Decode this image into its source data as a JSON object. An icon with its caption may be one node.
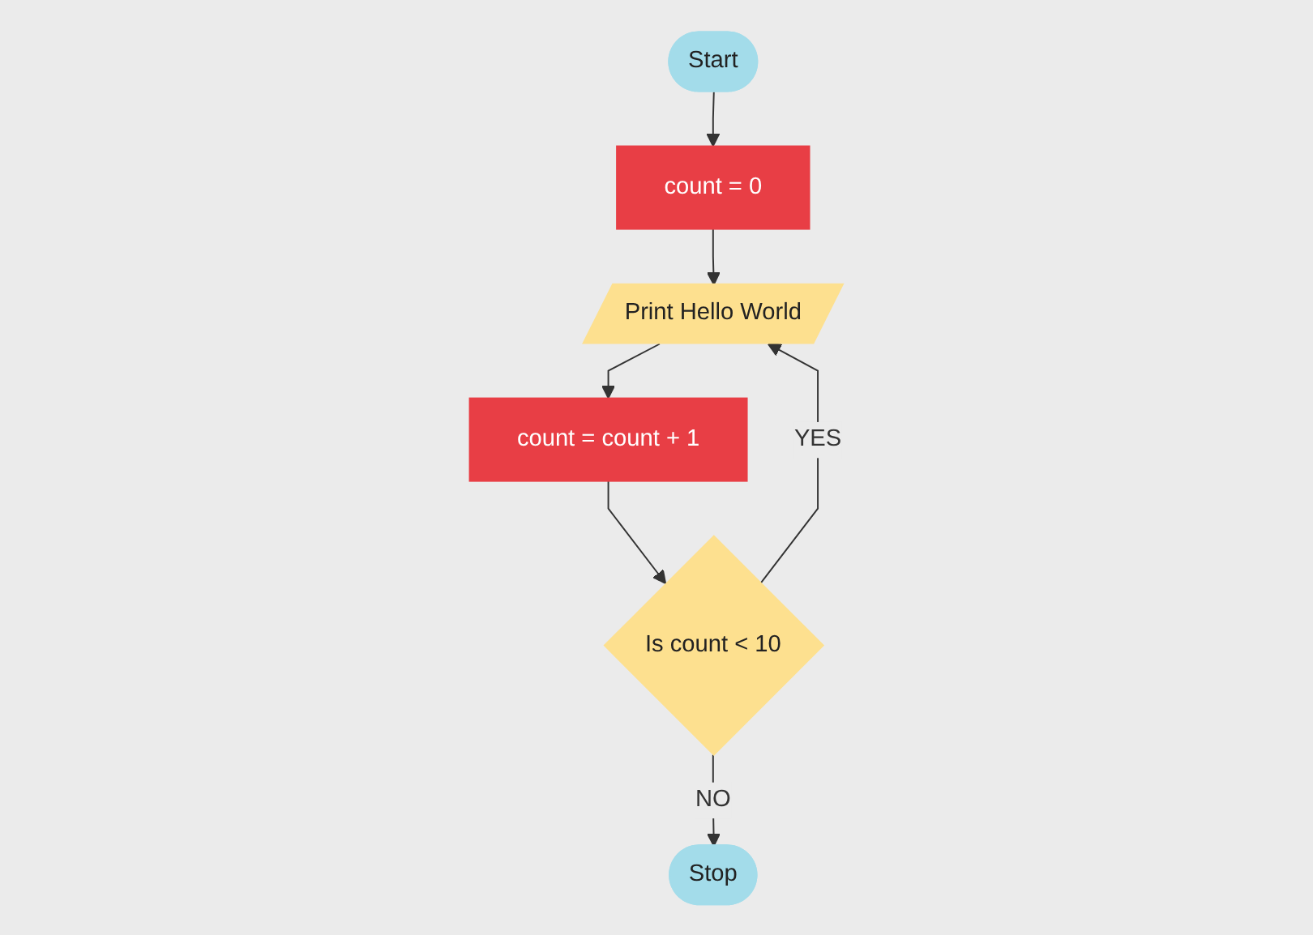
{
  "diagram": {
    "nodes": [
      {
        "text": [
          "Start"
        ]
      },
      {
        "text": [
          "count = 0"
        ]
      },
      {
        "text": [
          "Print Hello World"
        ]
      },
      {
        "text": [
          "count = count + 1"
        ]
      },
      {
        "text": [
          "Is count < 10"
        ]
      },
      {
        "text": [
          "Stop"
        ]
      }
    ],
    "edges": [
      {
        "from": 0,
        "to": 1,
        "arrow": "to"
      },
      {
        "from": 1,
        "to": 2,
        "arrow": "to"
      },
      {
        "from": 2,
        "to": 3,
        "arrow": "to"
      },
      {
        "from": 3,
        "to": 4,
        "arrow": "to"
      },
      {
        "from": 4,
        "to": 2,
        "label": "YES",
        "arrow": "to"
      },
      {
        "from": 4,
        "to": 5,
        "label": "NO",
        "arrow": "to"
      }
    ]
  }
}
